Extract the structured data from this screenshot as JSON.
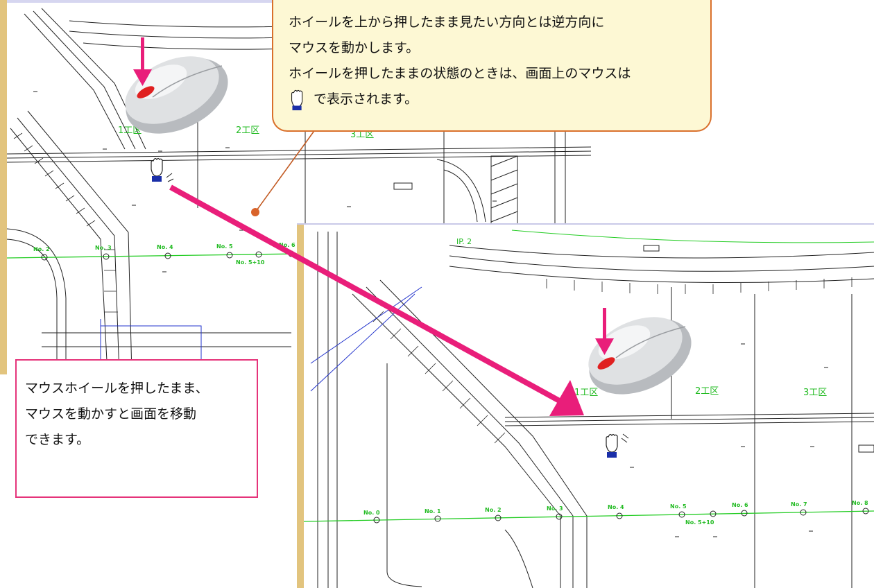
{
  "callout": {
    "lines": [
      "ホイールを上から押したまま見たい方向とは逆方向に",
      "マウスを動かします。",
      "ホイールを押したままの状態のときは、画面上のマウスは",
      "で表示されます。"
    ]
  },
  "note": {
    "lines": [
      "マウスホイールを押したまま、",
      "マウスを動かすと画面を移動",
      "できます。"
    ]
  },
  "panel_before": {
    "zones": [
      "1工区",
      "2工区",
      "3工区"
    ],
    "stations": [
      "No. 2",
      "No. 3",
      "No. 4",
      "No. 5",
      "No. 6",
      "No. 5+10"
    ]
  },
  "panel_after": {
    "zones": [
      "1工区",
      "2工区",
      "3工区"
    ],
    "stations": [
      "No. 0",
      "No. 1",
      "No. 2",
      "No. 3",
      "No. 4",
      "No. 5",
      "No. 6",
      "No. 7",
      "No. 8",
      "No. 5+10"
    ],
    "label": "IP. 2"
  },
  "colors": {
    "arrow": "#e91e7a",
    "callout_border": "#d9702c",
    "callout_fill": "#fdf8d4",
    "note_border": "#e5337a",
    "station_line": "#22cc22",
    "mouse_wheel": "#e02020"
  }
}
